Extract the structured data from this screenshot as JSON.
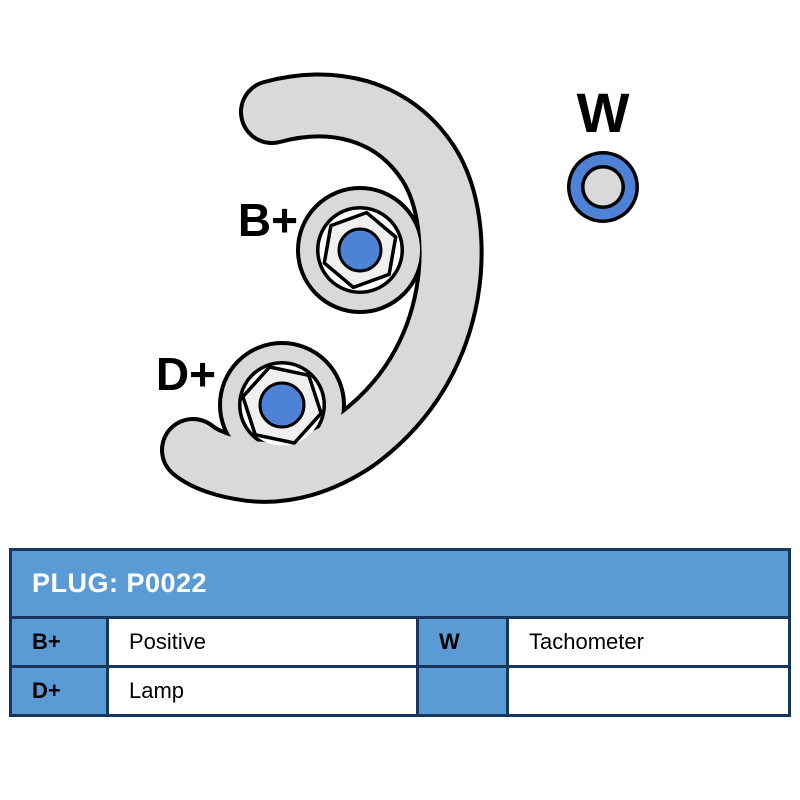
{
  "diagram": {
    "label_b": "B+",
    "label_d": "D+",
    "label_w": "W"
  },
  "table": {
    "title": "PLUG: P0022",
    "rows": [
      [
        "B+",
        "Positive",
        "W",
        "Tachometer"
      ],
      [
        "D+",
        "Lamp",
        "",
        ""
      ]
    ]
  },
  "colors": {
    "blue": "#5b9bd5",
    "terminal": "#4d82d6",
    "border": "#17375e",
    "gray": "#d9d9d9",
    "nut": "#f0f0f0",
    "text": "#000000",
    "header_text": "#ffffff"
  }
}
